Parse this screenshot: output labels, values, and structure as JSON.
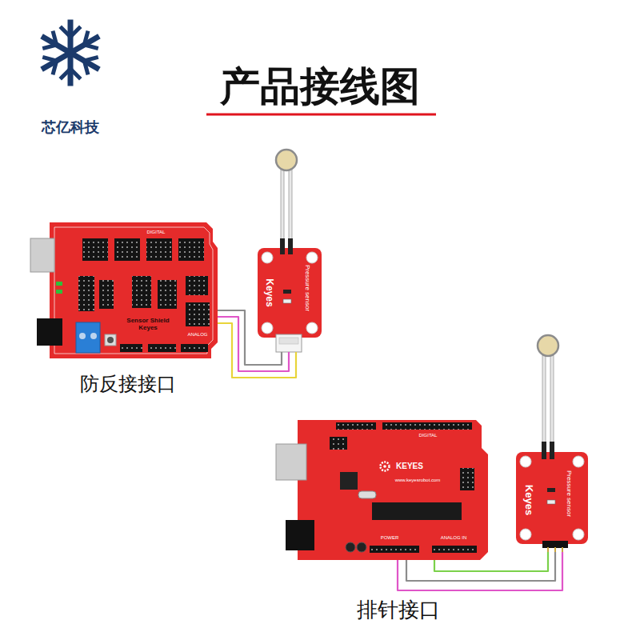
{
  "diagram": {
    "title": "产品接线图",
    "nodes": [
      {
        "text": [
          "Sensor Shield Keyes"
        ]
      },
      {
        "text": [
          "Keyes",
          "Pressure sensor"
        ]
      },
      {
        "text": [
          "KEYES"
        ]
      },
      {
        "text": [
          "Keyes",
          "Pressure sensor"
        ]
      }
    ],
    "edges": [
      {
        "from": 0,
        "to": 1,
        "arrow": "none"
      },
      {
        "from": 0,
        "to": 1,
        "arrow": "none"
      },
      {
        "from": 0,
        "to": 1,
        "arrow": "none"
      },
      {
        "from": 2,
        "to": 3,
        "arrow": "none"
      },
      {
        "from": 2,
        "to": 3,
        "arrow": "none"
      },
      {
        "from": 2,
        "to": 3,
        "arrow": "none"
      }
    ],
    "labels": [
      "芯亿科技",
      "防反接接口",
      "排针接口",
      "DIGITAL",
      "ANALOG",
      "DIGITAL",
      "POWER",
      "ANALOG IN",
      "www.keyesrobot.com"
    ]
  }
}
